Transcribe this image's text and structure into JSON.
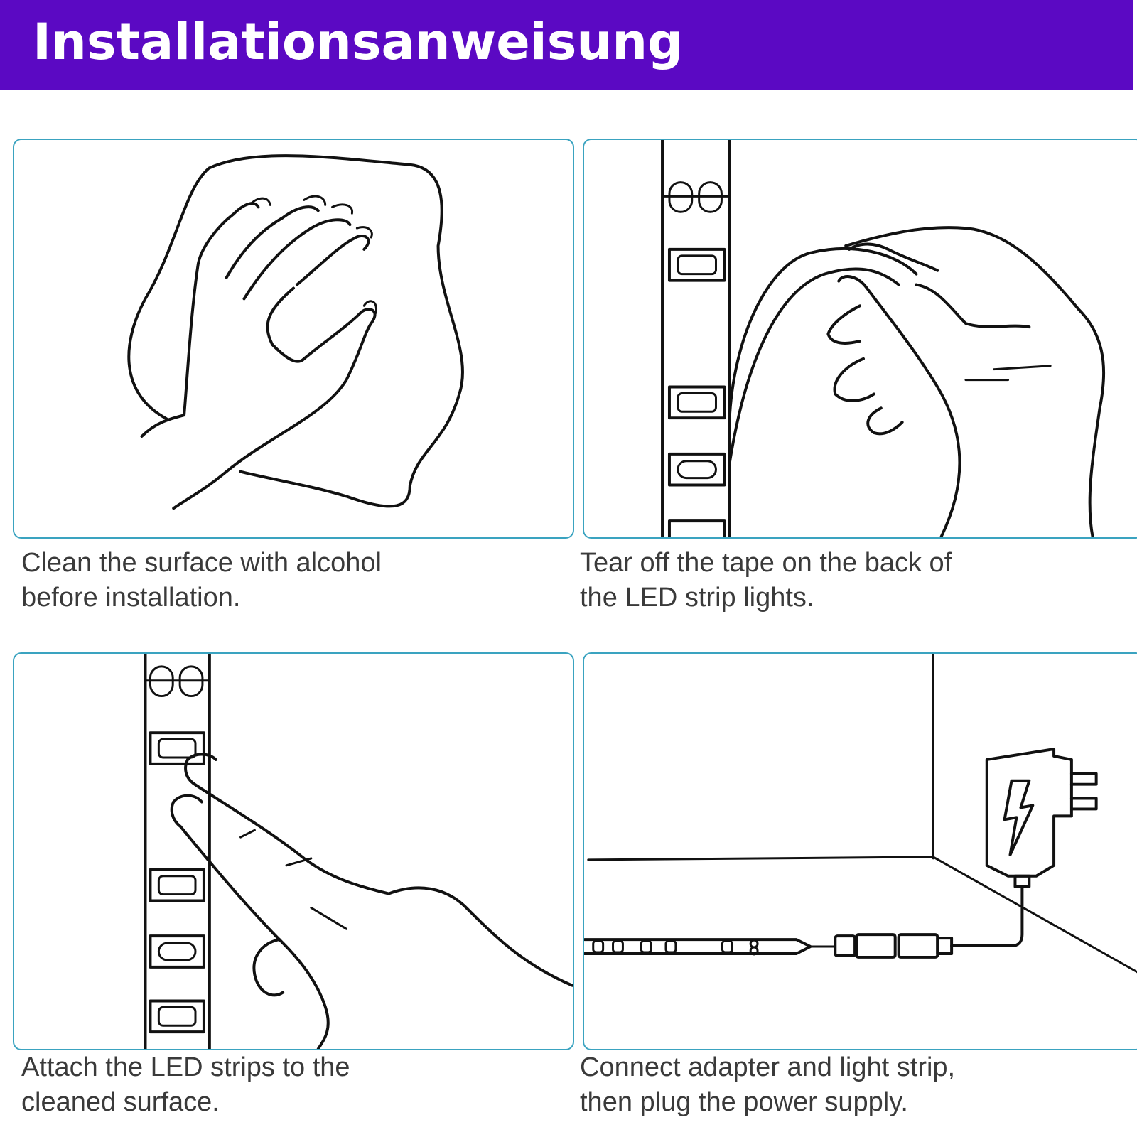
{
  "header": {
    "title": "Installationsanweisung"
  },
  "colors": {
    "header_bg": "#5b09c3",
    "panel_border": "#3aa3c0",
    "caption_text": "#3a3a3a"
  },
  "steps": [
    {
      "icon": "hand-wiping-cloth-icon",
      "caption_line1": "Clean the surface with alcohol",
      "caption_line2": "before installation."
    },
    {
      "icon": "peel-tape-led-strip-icon",
      "caption_line1": "Tear off the tape on the back of",
      "caption_line2": "the LED strip lights."
    },
    {
      "icon": "press-led-strip-icon",
      "caption_line1": "Attach the LED strips to the",
      "caption_line2": "cleaned surface."
    },
    {
      "icon": "power-adapter-connection-icon",
      "caption_line1": "Connect adapter and light strip,",
      "caption_line2": "then plug the power supply."
    }
  ]
}
